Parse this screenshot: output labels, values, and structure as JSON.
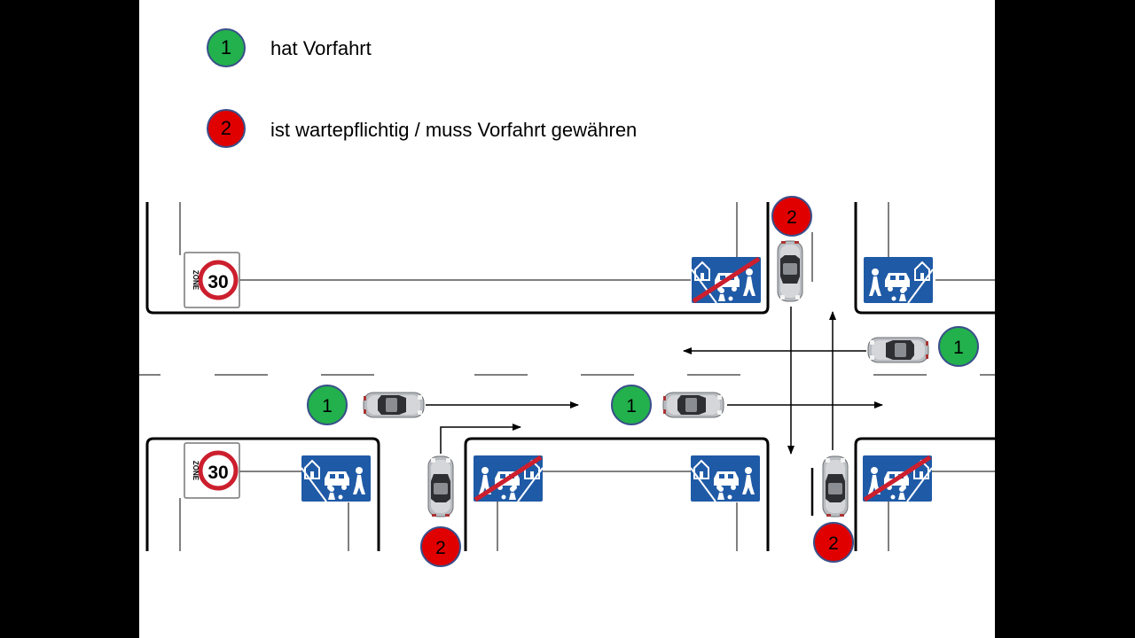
{
  "legend": [
    {
      "number": "1",
      "text": "hat Vorfahrt",
      "color": "#22b14c"
    },
    {
      "number": "2",
      "text": "ist wartepflichtig / muss Vorfahrt gewähren",
      "color": "#e00000"
    }
  ],
  "colors": {
    "green": "#22b14c",
    "red": "#e00000",
    "sign_blue": "#1f5aa6",
    "sign_red": "#cc1f2e",
    "badge_border": "#3a4f8a"
  },
  "signs": {
    "zone30_number": "30",
    "zone30_label": "ZONE"
  },
  "badges": {
    "priority": "1",
    "yield": "2"
  }
}
